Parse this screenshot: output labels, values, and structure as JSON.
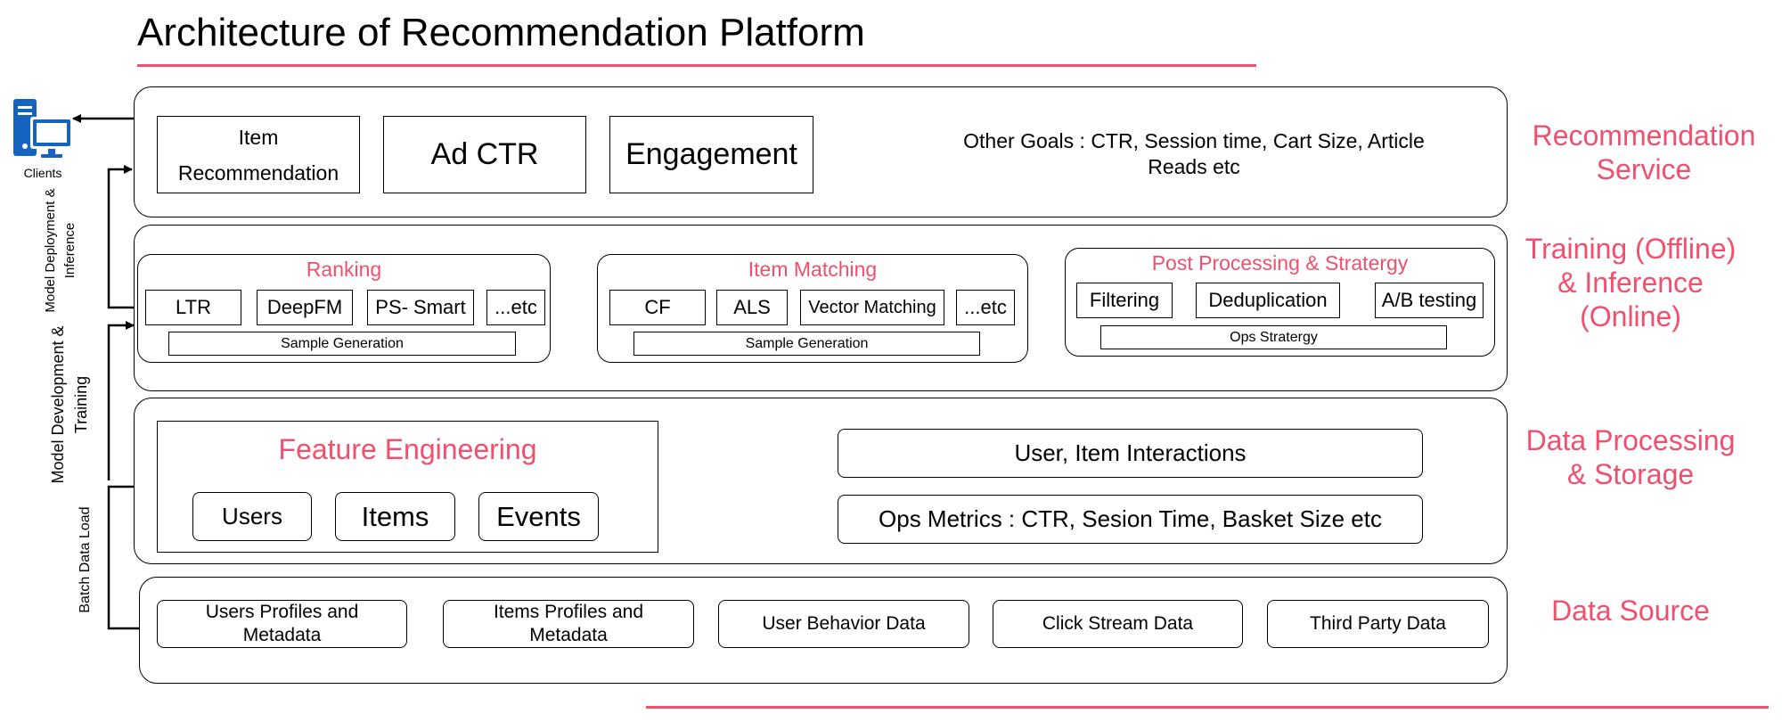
{
  "title": "Architecture of Recommendation Platform",
  "colors": {
    "accent": "#f0506e",
    "client_icon": "#1565c0",
    "line": "#000000"
  },
  "clients": {
    "icon": "desktop-computer-icon",
    "label": "Clients"
  },
  "flows": {
    "deploy": "Model Deployment & Inference",
    "development": "Model Development & Training",
    "batch": "Batch Data Load"
  },
  "layers": {
    "recommendation": {
      "label": "Recommendation Service",
      "items": [
        "Item Recommendation",
        "Ad CTR",
        "Engagement"
      ],
      "other_goals": "Other Goals : CTR, Session time, Cart Size, Article Reads etc"
    },
    "training": {
      "label": "Training (Offline) & Inference (Online)",
      "ranking": {
        "title": "Ranking",
        "items": [
          "LTR",
          "DeepFM",
          "PS- Smart",
          "...etc"
        ],
        "sample": "Sample Generation"
      },
      "matching": {
        "title": "Item Matching",
        "items": [
          "CF",
          "ALS",
          "Vector Matching",
          "...etc"
        ],
        "sample": "Sample Generation"
      },
      "post": {
        "title": "Post Processing & Stratergy",
        "items": [
          "Filtering",
          "Deduplication",
          "A/B testing"
        ],
        "ops": "Ops Stratergy"
      }
    },
    "data_processing": {
      "label": "Data Processing & Storage",
      "feature_title": "Feature Engineering",
      "features": [
        "Users",
        "Items",
        "Events"
      ],
      "outputs": [
        "User, Item Interactions",
        "Ops Metrics : CTR, Sesion Time, Basket Size etc"
      ]
    },
    "data_source": {
      "label": "Data Source",
      "items": [
        "Users Profiles and Metadata",
        "Items Profiles and Metadata",
        "User Behavior Data",
        "Click Stream Data",
        "Third Party Data"
      ]
    }
  }
}
